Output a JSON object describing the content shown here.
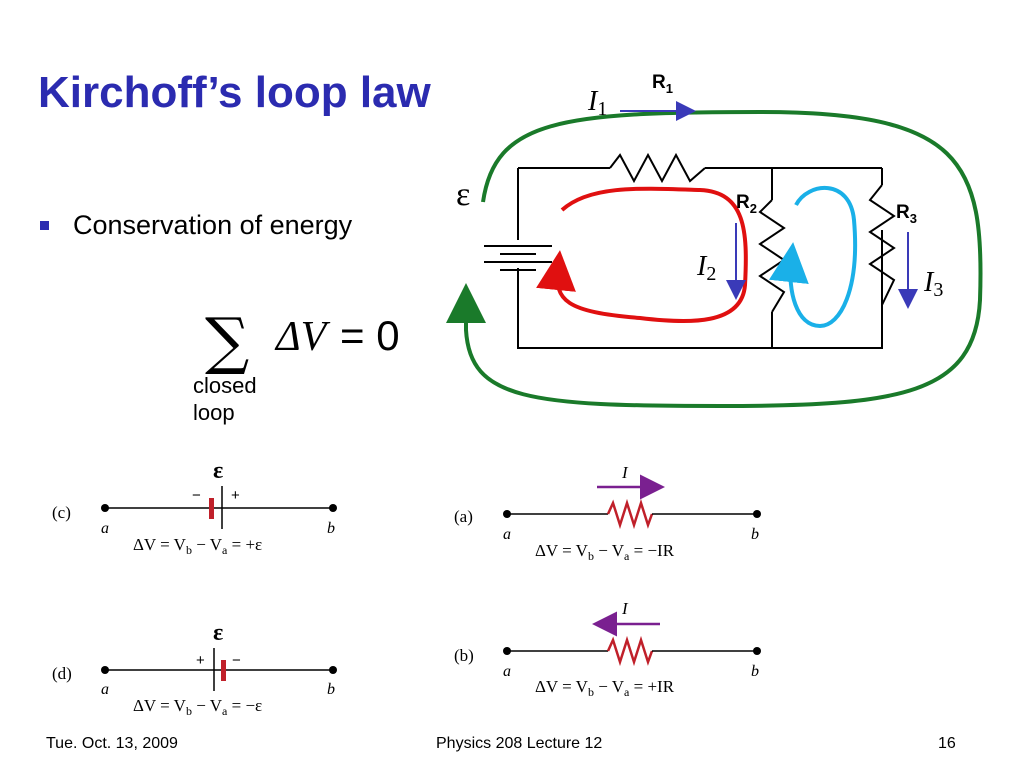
{
  "slide": {
    "title": "Kirchoff’s loop law",
    "bullet": "Conservation of energy"
  },
  "equation": {
    "lhs": "ΔV",
    "rhs": "= 0",
    "sub_line1": "closed",
    "sub_line2": "loop"
  },
  "circuit": {
    "emf": "ε",
    "r1": "R",
    "r1_sub": "1",
    "r2": "R",
    "r2_sub": "2",
    "r3": "R",
    "r3_sub": "3",
    "i1": "I",
    "i1_sub": "1",
    "i2": "I",
    "i2_sub": "2",
    "i3": "I",
    "i3_sub": "3"
  },
  "panels": {
    "c": {
      "tag": "(c)",
      "emf": "ε",
      "minus": "−",
      "plus": "+",
      "a": "a",
      "b": "b",
      "eq": "ΔV = V",
      "eq_b": "b",
      "eq_mid": " − V",
      "eq_a": "a",
      "eq_end": " =  +ε"
    },
    "d": {
      "tag": "(d)",
      "emf": "ε",
      "minus": "−",
      "plus": "+",
      "a": "a",
      "b": "b",
      "eq": "ΔV = V",
      "eq_b": "b",
      "eq_mid": " − V",
      "eq_a": "a",
      "eq_end": " =  −ε"
    },
    "a": {
      "tag": "(a)",
      "i": "I",
      "a": "a",
      "b": "b",
      "eq": "ΔV = V",
      "eq_b": "b",
      "eq_mid": " − V",
      "eq_a": "a",
      "eq_end": " =  −IR"
    },
    "b": {
      "tag": "(b)",
      "i": "I",
      "a": "a",
      "b": "b",
      "eq": "ΔV = V",
      "eq_b": "b",
      "eq_mid": " − V",
      "eq_a": "a",
      "eq_end": " =  +IR"
    }
  },
  "footer": {
    "date": "Tue. Oct. 13, 2009",
    "course": "Physics 208 Lecture 12",
    "page": "16"
  },
  "colors": {
    "title": "#2b2bb0",
    "red_loop": "#e01010",
    "cyan_loop": "#1ab0e8",
    "green_loop": "#1a7a2a",
    "current_arrow": "#3a3ab8",
    "purple_arrow": "#7a2090",
    "resistor_red": "#c0202a"
  }
}
